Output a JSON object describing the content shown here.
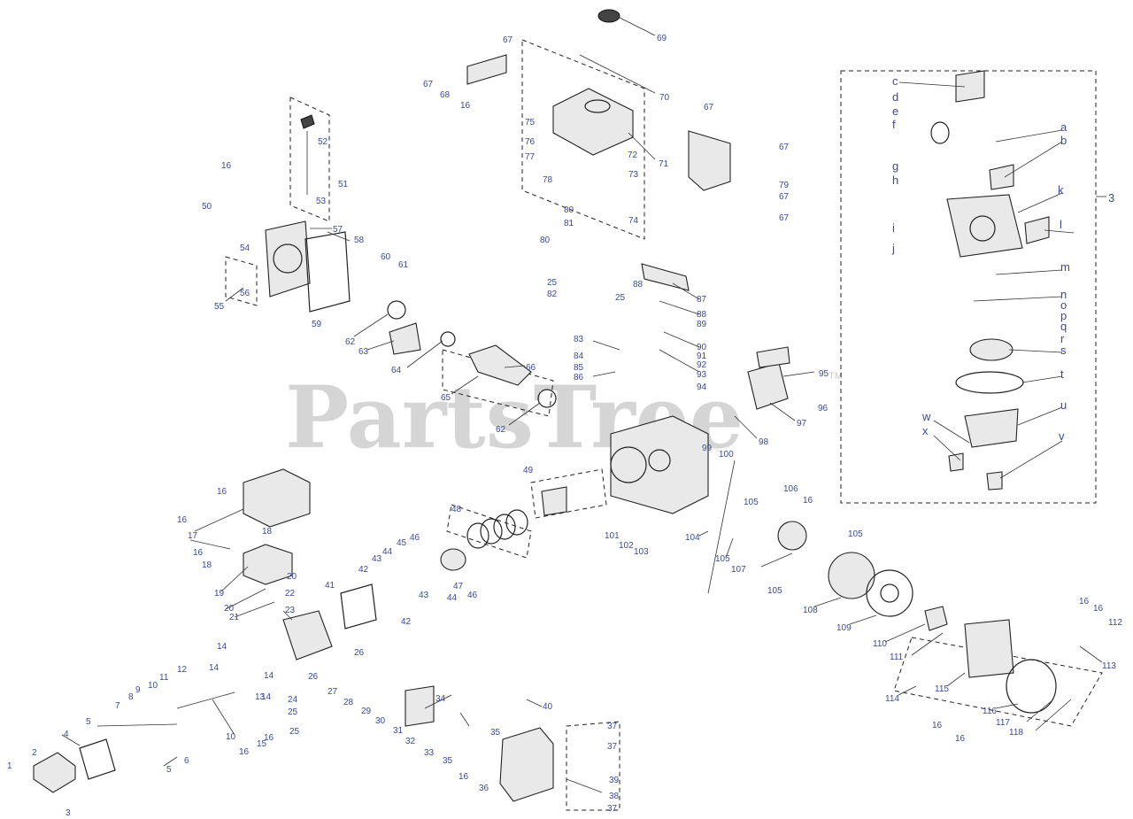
{
  "watermark": {
    "text": "PartsTree",
    "mark": "TM"
  },
  "kit_group_number": "3",
  "callouts": {
    "n1": "1",
    "n2": "2",
    "n3": "3",
    "n4": "4",
    "n5": "5",
    "n6": "6",
    "n7": "7",
    "n8": "8",
    "n9": "9",
    "n10": "10",
    "n11": "11",
    "n12": "12",
    "n13": "13",
    "n14": "14",
    "n15": "15",
    "n16": "16",
    "n17": "17",
    "n18": "18",
    "n19": "19",
    "n20": "20",
    "n21": "21",
    "n22": "22",
    "n23": "23",
    "n24": "24",
    "n25": "25",
    "n26": "26",
    "n27": "27",
    "n28": "28",
    "n29": "29",
    "n30": "30",
    "n31": "31",
    "n32": "32",
    "n33": "33",
    "n34": "34",
    "n35": "35",
    "n36": "36",
    "n37": "37",
    "n38": "38",
    "n39": "39",
    "n40": "40",
    "n41": "41",
    "n42": "42",
    "n43": "43",
    "n44": "44",
    "n45": "45",
    "n46": "46",
    "n47": "47",
    "n48": "48",
    "n49": "49",
    "n50": "50",
    "n51": "51",
    "n52": "52",
    "n53": "53",
    "n54": "54",
    "n55": "55",
    "n56": "56",
    "n57": "57",
    "n58": "58",
    "n59": "59",
    "n60": "60",
    "n61": "61",
    "n62": "62",
    "n63": "63",
    "n64": "64",
    "n65": "65",
    "n66": "66",
    "n67": "67",
    "n68": "68",
    "n69": "69",
    "n70": "70",
    "n71": "71",
    "n72": "72",
    "n73": "73",
    "n74": "74",
    "n75": "75",
    "n76": "76",
    "n77": "77",
    "n78": "78",
    "n79": "79",
    "n80": "80",
    "n81": "81",
    "n82": "82",
    "n83": "83",
    "n84": "84",
    "n85": "85",
    "n86": "86",
    "n87": "87",
    "n88": "88",
    "n89": "89",
    "n90": "90",
    "n91": "91",
    "n92": "92",
    "n93": "93",
    "n94": "94",
    "n95": "95",
    "n96": "96",
    "n97": "97",
    "n98": "98",
    "n99": "99",
    "n100": "100",
    "n101": "101",
    "n102": "102",
    "n103": "103",
    "n104": "104",
    "n105": "105",
    "n106": "106",
    "n107": "107",
    "n108": "108",
    "n109": "109",
    "n110": "110",
    "n111": "111",
    "n112": "112",
    "n113": "113",
    "n114": "114",
    "n115": "115",
    "n116": "116",
    "n117": "117",
    "n118": "118"
  },
  "carburetor_letters": {
    "a": "a",
    "b": "b",
    "c": "c",
    "d": "d",
    "e": "e",
    "f": "f",
    "g": "g",
    "h": "h",
    "i": "i",
    "j": "j",
    "k": "k",
    "l": "l",
    "m": "m",
    "n": "n",
    "o": "o",
    "p": "p",
    "q": "q",
    "r": "r",
    "s": "s",
    "t": "t",
    "u": "u",
    "v": "v",
    "w": "w",
    "x": "x"
  },
  "colors": {
    "callout": "#3b4a9a",
    "line": "#222222",
    "watermark": "#c8c8c8"
  }
}
